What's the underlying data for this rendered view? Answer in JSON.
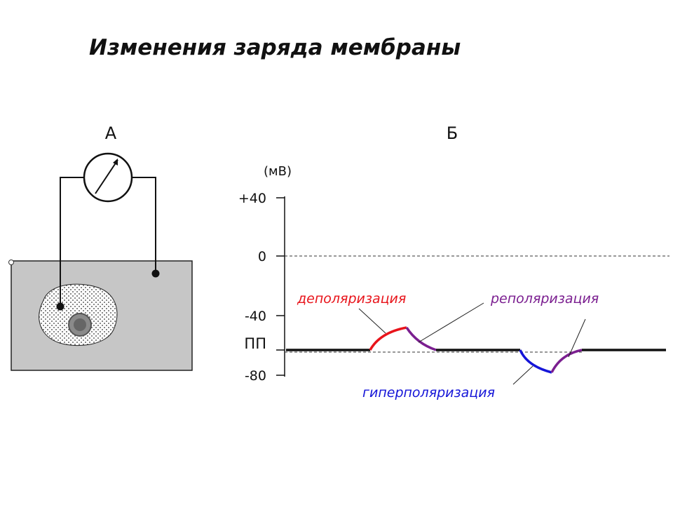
{
  "slide_title": "Изменения заряда мембраны",
  "panel_a": {
    "label": "А"
  },
  "panel_b": {
    "label": "Б",
    "unit": "(мВ)",
    "ticks": {
      "plus40": "+40",
      "zero": "0",
      "minus40": "-40",
      "rest": "ПП",
      "minus80": "-80"
    },
    "phases": {
      "depolarization": {
        "label": "деполяризация",
        "color": "#e8141b"
      },
      "repolarization": {
        "label": "реполяризация",
        "color": "#7b1f90"
      },
      "hyperpolarization": {
        "label": "гиперполяризация",
        "color": "#1515d8"
      }
    }
  }
}
